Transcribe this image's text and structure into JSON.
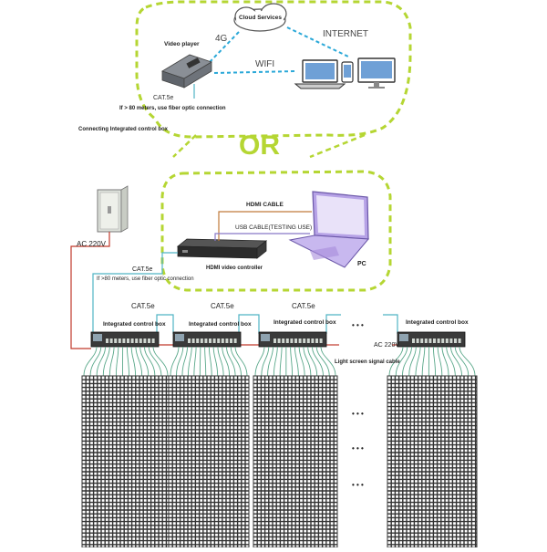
{
  "top_section": {
    "cloud_label": "Cloud Services",
    "video_player_label": "Video player",
    "link_4g": "4G",
    "link_internet": "INTERNET",
    "link_wifi": "WIFI",
    "cat_label": "CAT.5e",
    "fiber_note": "If > 80 meters, use fiber optic connection",
    "connect_note": "Connecting Integrated control box"
  },
  "or_label": "OR",
  "middle_section": {
    "hdmi_cable": "HDMI CABLE",
    "usb_cable": "USB CABLE(TESTING USE)",
    "pc_label": "PC",
    "hdmi_controller": "HDMI video controller",
    "ac_label": "AC 220V",
    "cat_label": "CAT.5e",
    "fiber_note": "If >80 meters, use fiber optic connection"
  },
  "bottom_section": {
    "cat_labels": [
      "CAT.5e",
      "CAT.5e",
      "CAT.5e"
    ],
    "control_boxes": [
      "Integrated control box",
      "Integrated control box",
      "Integrated control box",
      "Integrated control box"
    ],
    "ac_label": "AC 220V",
    "signal_cable": "Light screen signal cable",
    "ellipsis": "• • •"
  },
  "colors": {
    "green_dashed": "#b5d633",
    "blue_dashed": "#2aa8d8",
    "red_line": "#c0392b",
    "cyan_line": "#4fb3c4",
    "orange_line": "#e08a3c",
    "purple_laptop": "#a78bdb",
    "screen_mesh": "#333333",
    "cable_green": "#5aa88a"
  }
}
